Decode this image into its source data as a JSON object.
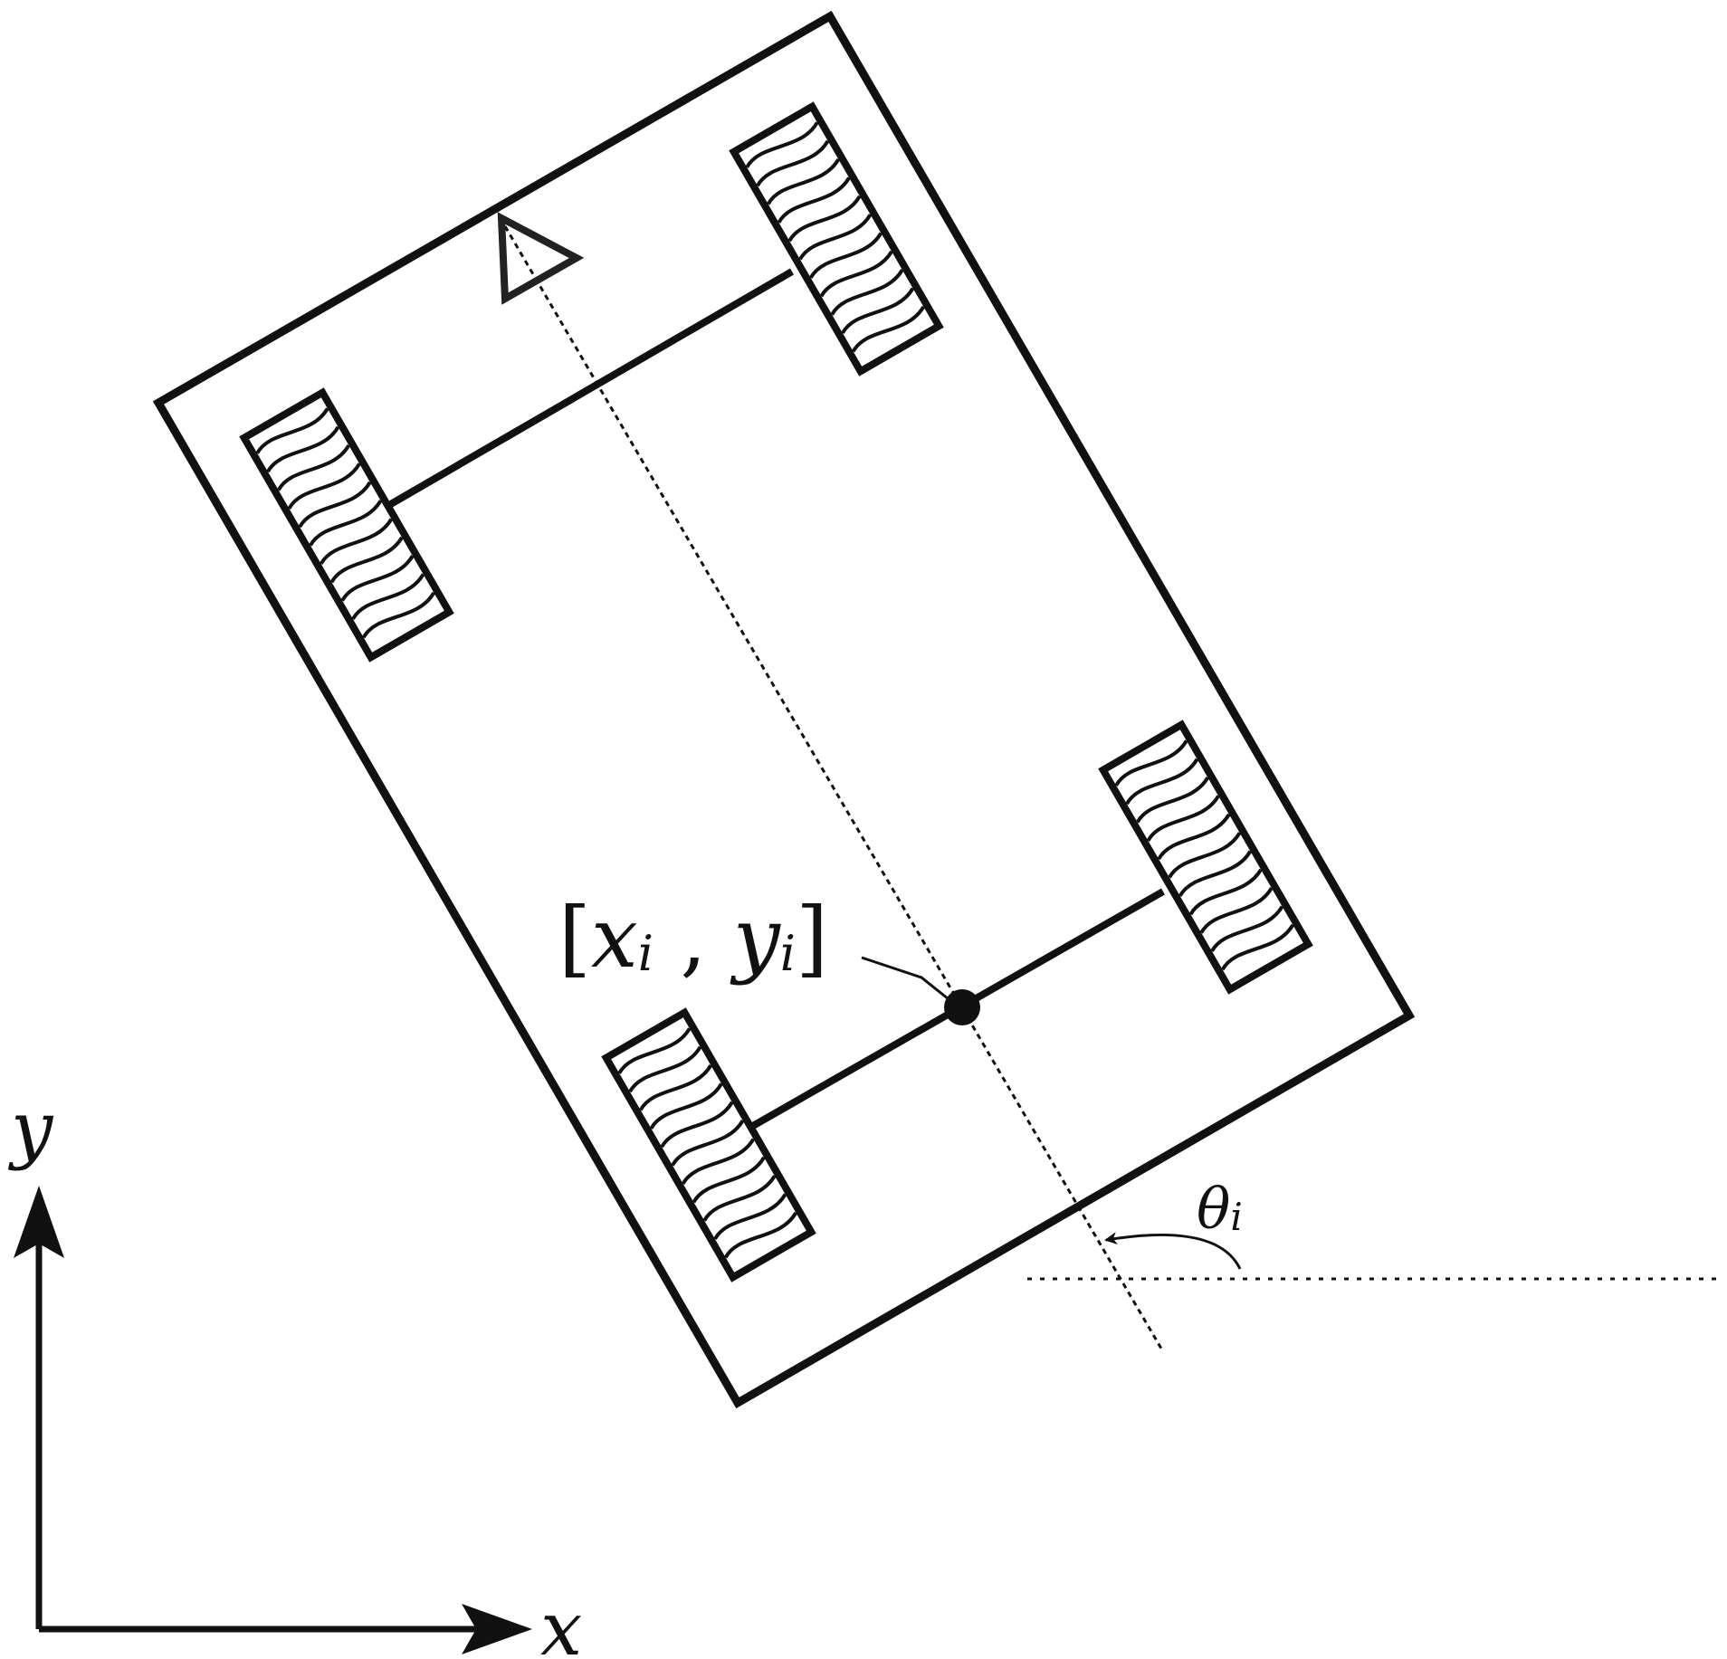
{
  "diagram": {
    "axis_x_label": "x",
    "axis_y_label": "y",
    "position_label": {
      "open": "[",
      "x": "x",
      "x_sub": "i",
      "sep": " , ",
      "y": "y",
      "y_sub": "i",
      "close": "]"
    },
    "angle_label": {
      "symbol": "θ",
      "sub": "i"
    }
  },
  "colors": {
    "ink": "#111111",
    "background": "#ffffff"
  }
}
